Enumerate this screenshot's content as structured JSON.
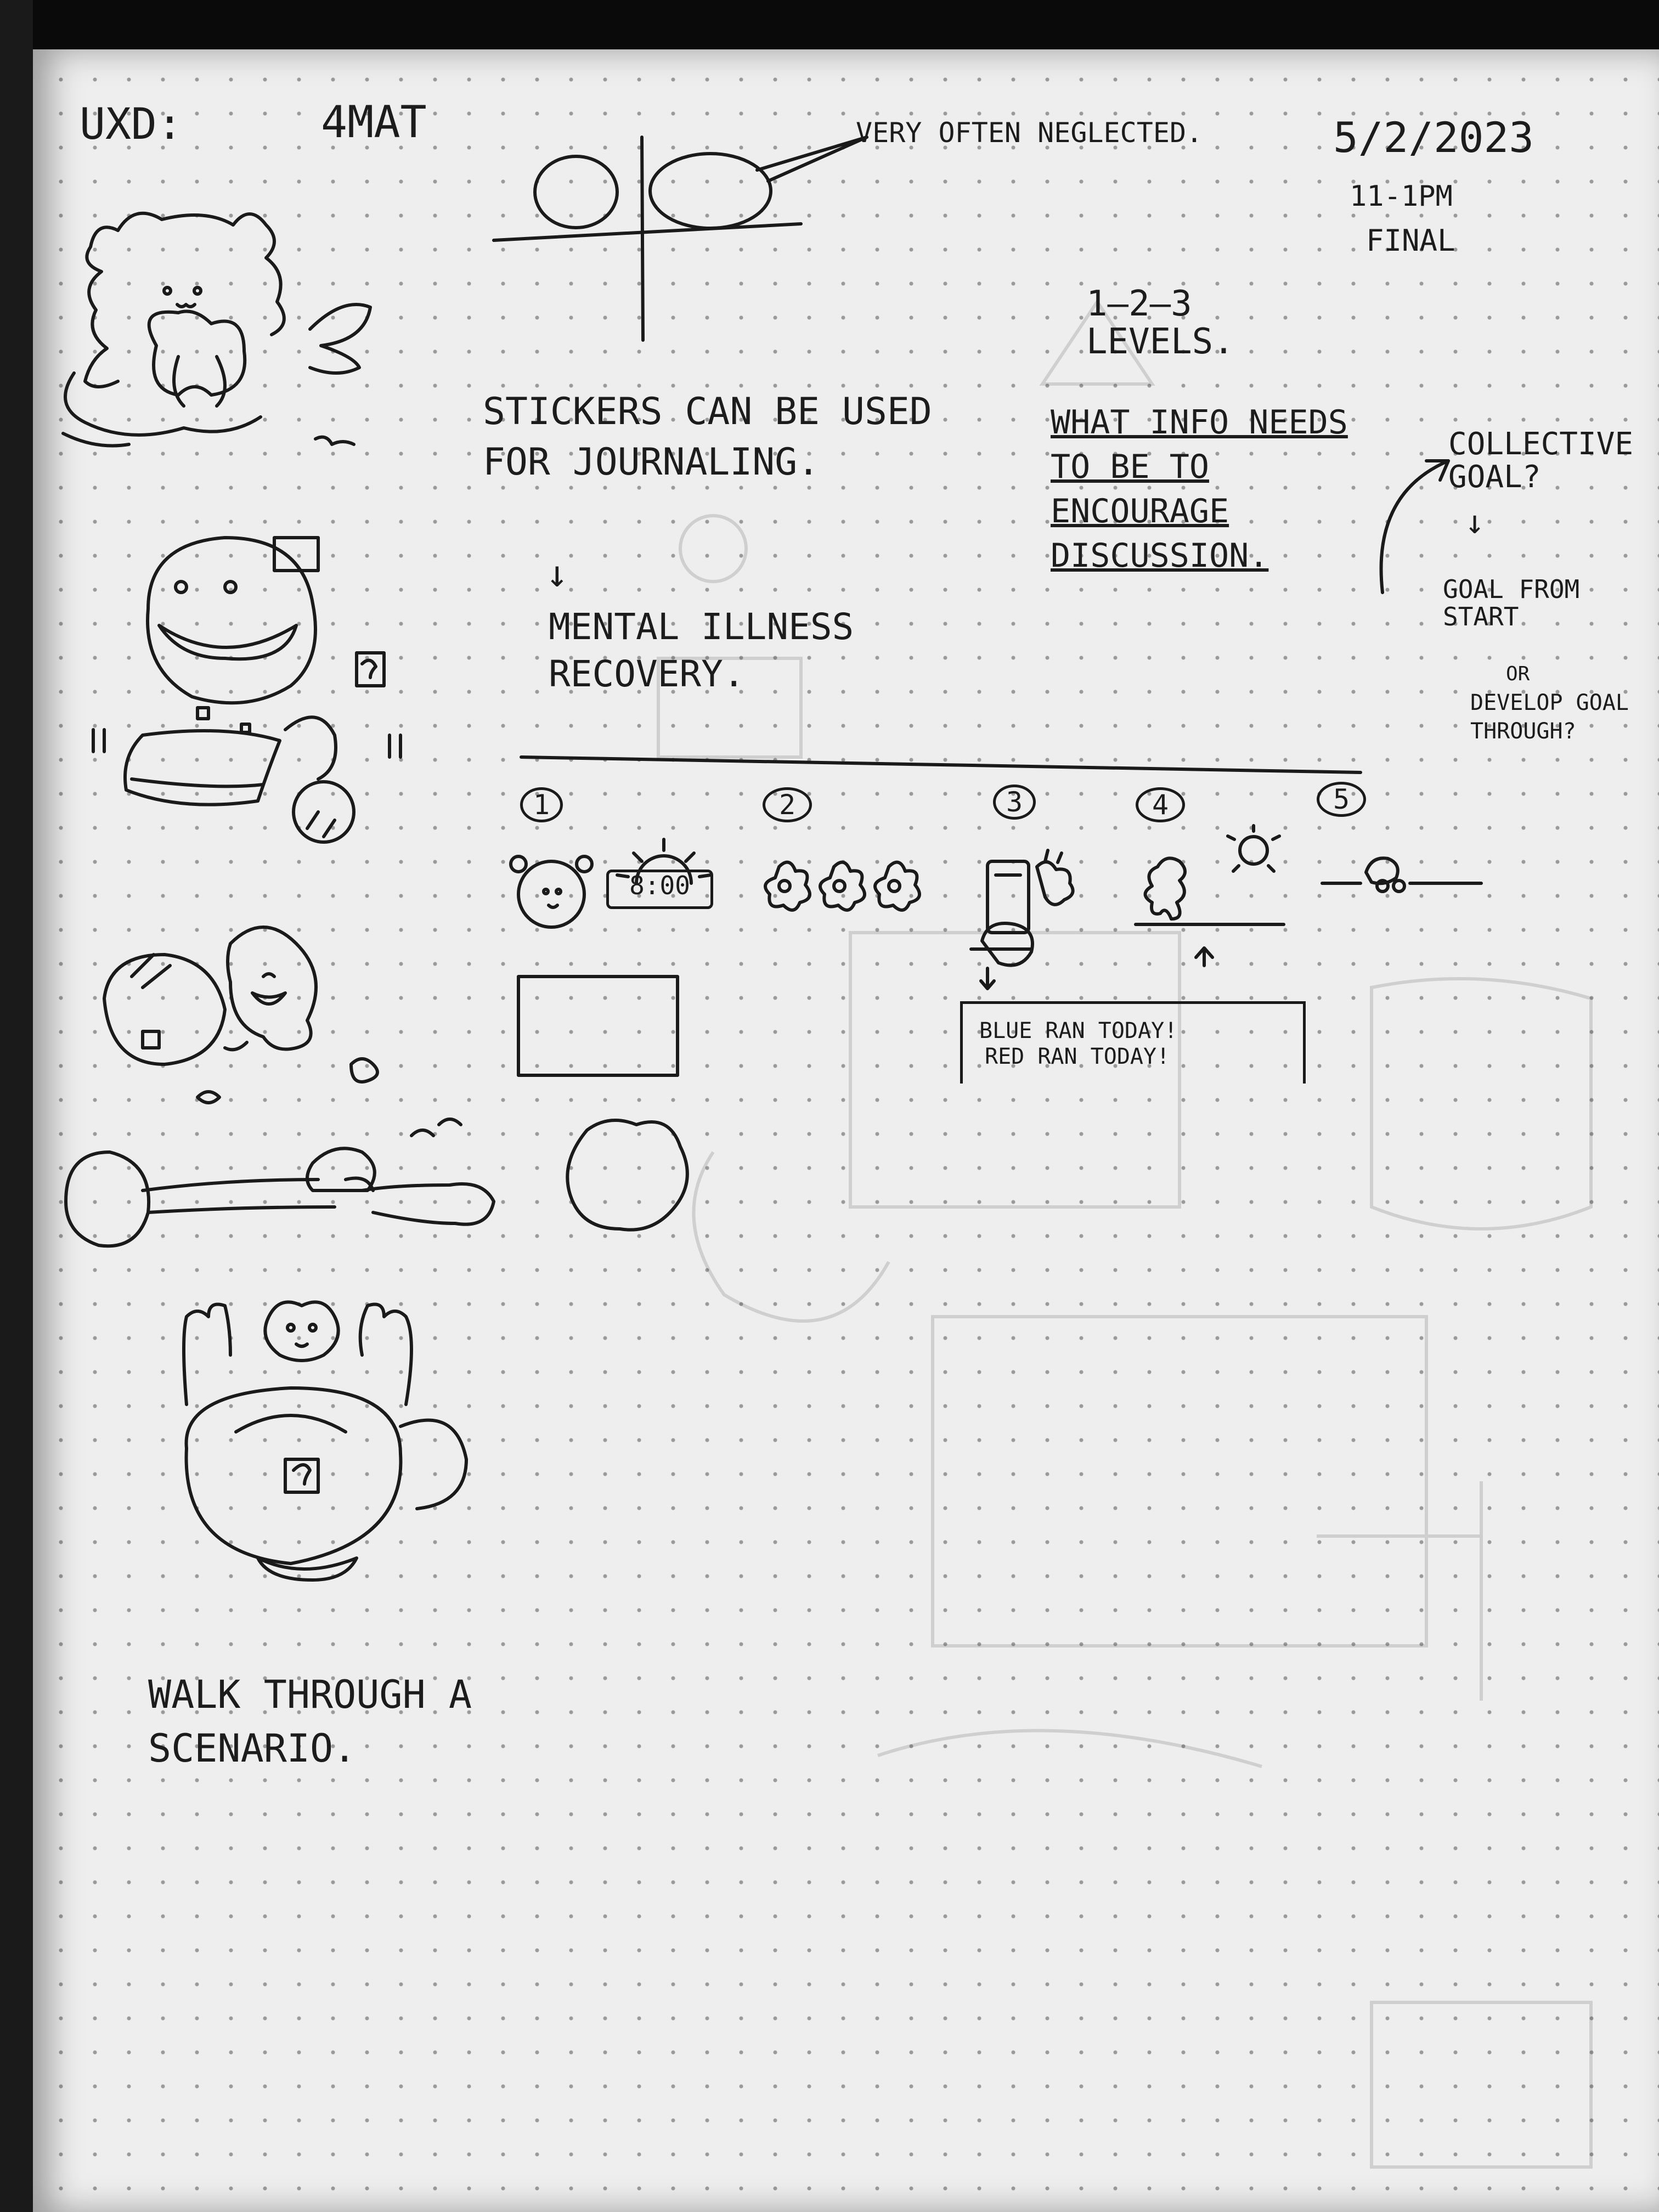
{
  "header": {
    "course": "UXD:",
    "title": "4MAT",
    "date": "5/2/2023",
    "time": "11-1PM",
    "status": "FINAL"
  },
  "diagram_note": "VERY OFTEN NEGLECTED.",
  "levels": "1—2—3 LEVELS.",
  "notes": {
    "stickers": "STICKERS CAN BE USED FOR JOURNALING.",
    "mental": "MENTAL ILLNESS RECOVERY.",
    "info": "WHAT INFO NEEDS TO BE TO ENCOURAGE DISCUSSION.",
    "collective": "COLLECTIVE GOAL?",
    "goal_from": "GOAL FROM START",
    "or": "OR",
    "develop": "DEVELOP GOAL THROUGH?"
  },
  "storyboard": {
    "panels": [
      "1",
      "2",
      "3",
      "4",
      "5"
    ],
    "clock_time": "8:00",
    "caption_line1": "BLUE RAN TODAY!",
    "caption_line2": "RED RAN TODAY!"
  },
  "walkthrough": "WALK THROUGH A SCENARIO.",
  "icons": [
    "bear-sticker-icon",
    "monster-sticker-icon",
    "bean-sticker-icon",
    "stretch-sticker-icon",
    "teapot-sticker-icon",
    "clock-icon",
    "sun-icon",
    "runner-icon",
    "flower-icon"
  ]
}
